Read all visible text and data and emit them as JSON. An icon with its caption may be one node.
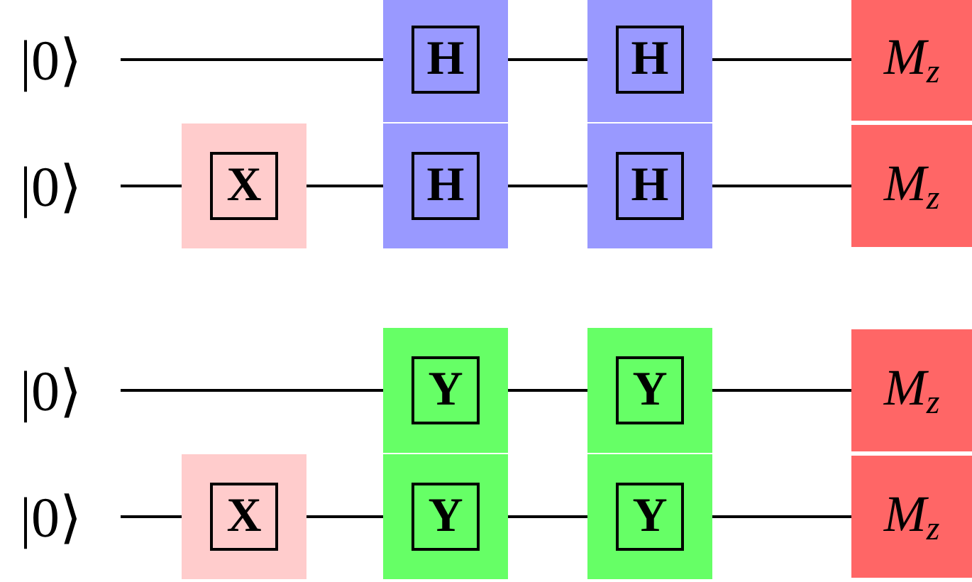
{
  "diagram": {
    "nodes": [
      {
        "text": [
          "|0⟩"
        ]
      },
      {
        "text": [
          "H"
        ]
      },
      {
        "text": [
          "H"
        ]
      },
      {
        "text": [
          "M$_{z}$"
        ]
      },
      {
        "text": [
          "|0⟩"
        ]
      },
      {
        "text": [
          "X"
        ]
      },
      {
        "text": [
          "H"
        ]
      },
      {
        "text": [
          "H"
        ]
      },
      {
        "text": [
          "M$_{z}$"
        ]
      },
      {
        "text": [
          "|0⟩"
        ]
      },
      {
        "text": [
          "Y"
        ]
      },
      {
        "text": [
          "Y"
        ]
      },
      {
        "text": [
          "M$_{z}$"
        ]
      },
      {
        "text": [
          "|0⟩"
        ]
      },
      {
        "text": [
          "X"
        ]
      },
      {
        "text": [
          "Y"
        ]
      },
      {
        "text": [
          "Y"
        ]
      },
      {
        "text": [
          "M$_{z}$"
        ]
      }
    ],
    "edges": [
      {
        "from": 0,
        "to": 1,
        "arrow": "none"
      },
      {
        "from": 1,
        "to": 2,
        "arrow": "none"
      },
      {
        "from": 2,
        "to": 3,
        "arrow": "none"
      },
      {
        "from": 4,
        "to": 5,
        "arrow": "none"
      },
      {
        "from": 5,
        "to": 6,
        "arrow": "none"
      },
      {
        "from": 6,
        "to": 7,
        "arrow": "none"
      },
      {
        "from": 7,
        "to": 8,
        "arrow": "none"
      },
      {
        "from": 9,
        "to": 10,
        "arrow": "none"
      },
      {
        "from": 10,
        "to": 11,
        "arrow": "none"
      },
      {
        "from": 11,
        "to": 12,
        "arrow": "none"
      },
      {
        "from": 13,
        "to": 14,
        "arrow": "none"
      },
      {
        "from": 14,
        "to": 15,
        "arrow": "none"
      },
      {
        "from": 15,
        "to": 16,
        "arrow": "none"
      },
      {
        "from": 16,
        "to": 17,
        "arrow": "none"
      }
    ]
  }
}
